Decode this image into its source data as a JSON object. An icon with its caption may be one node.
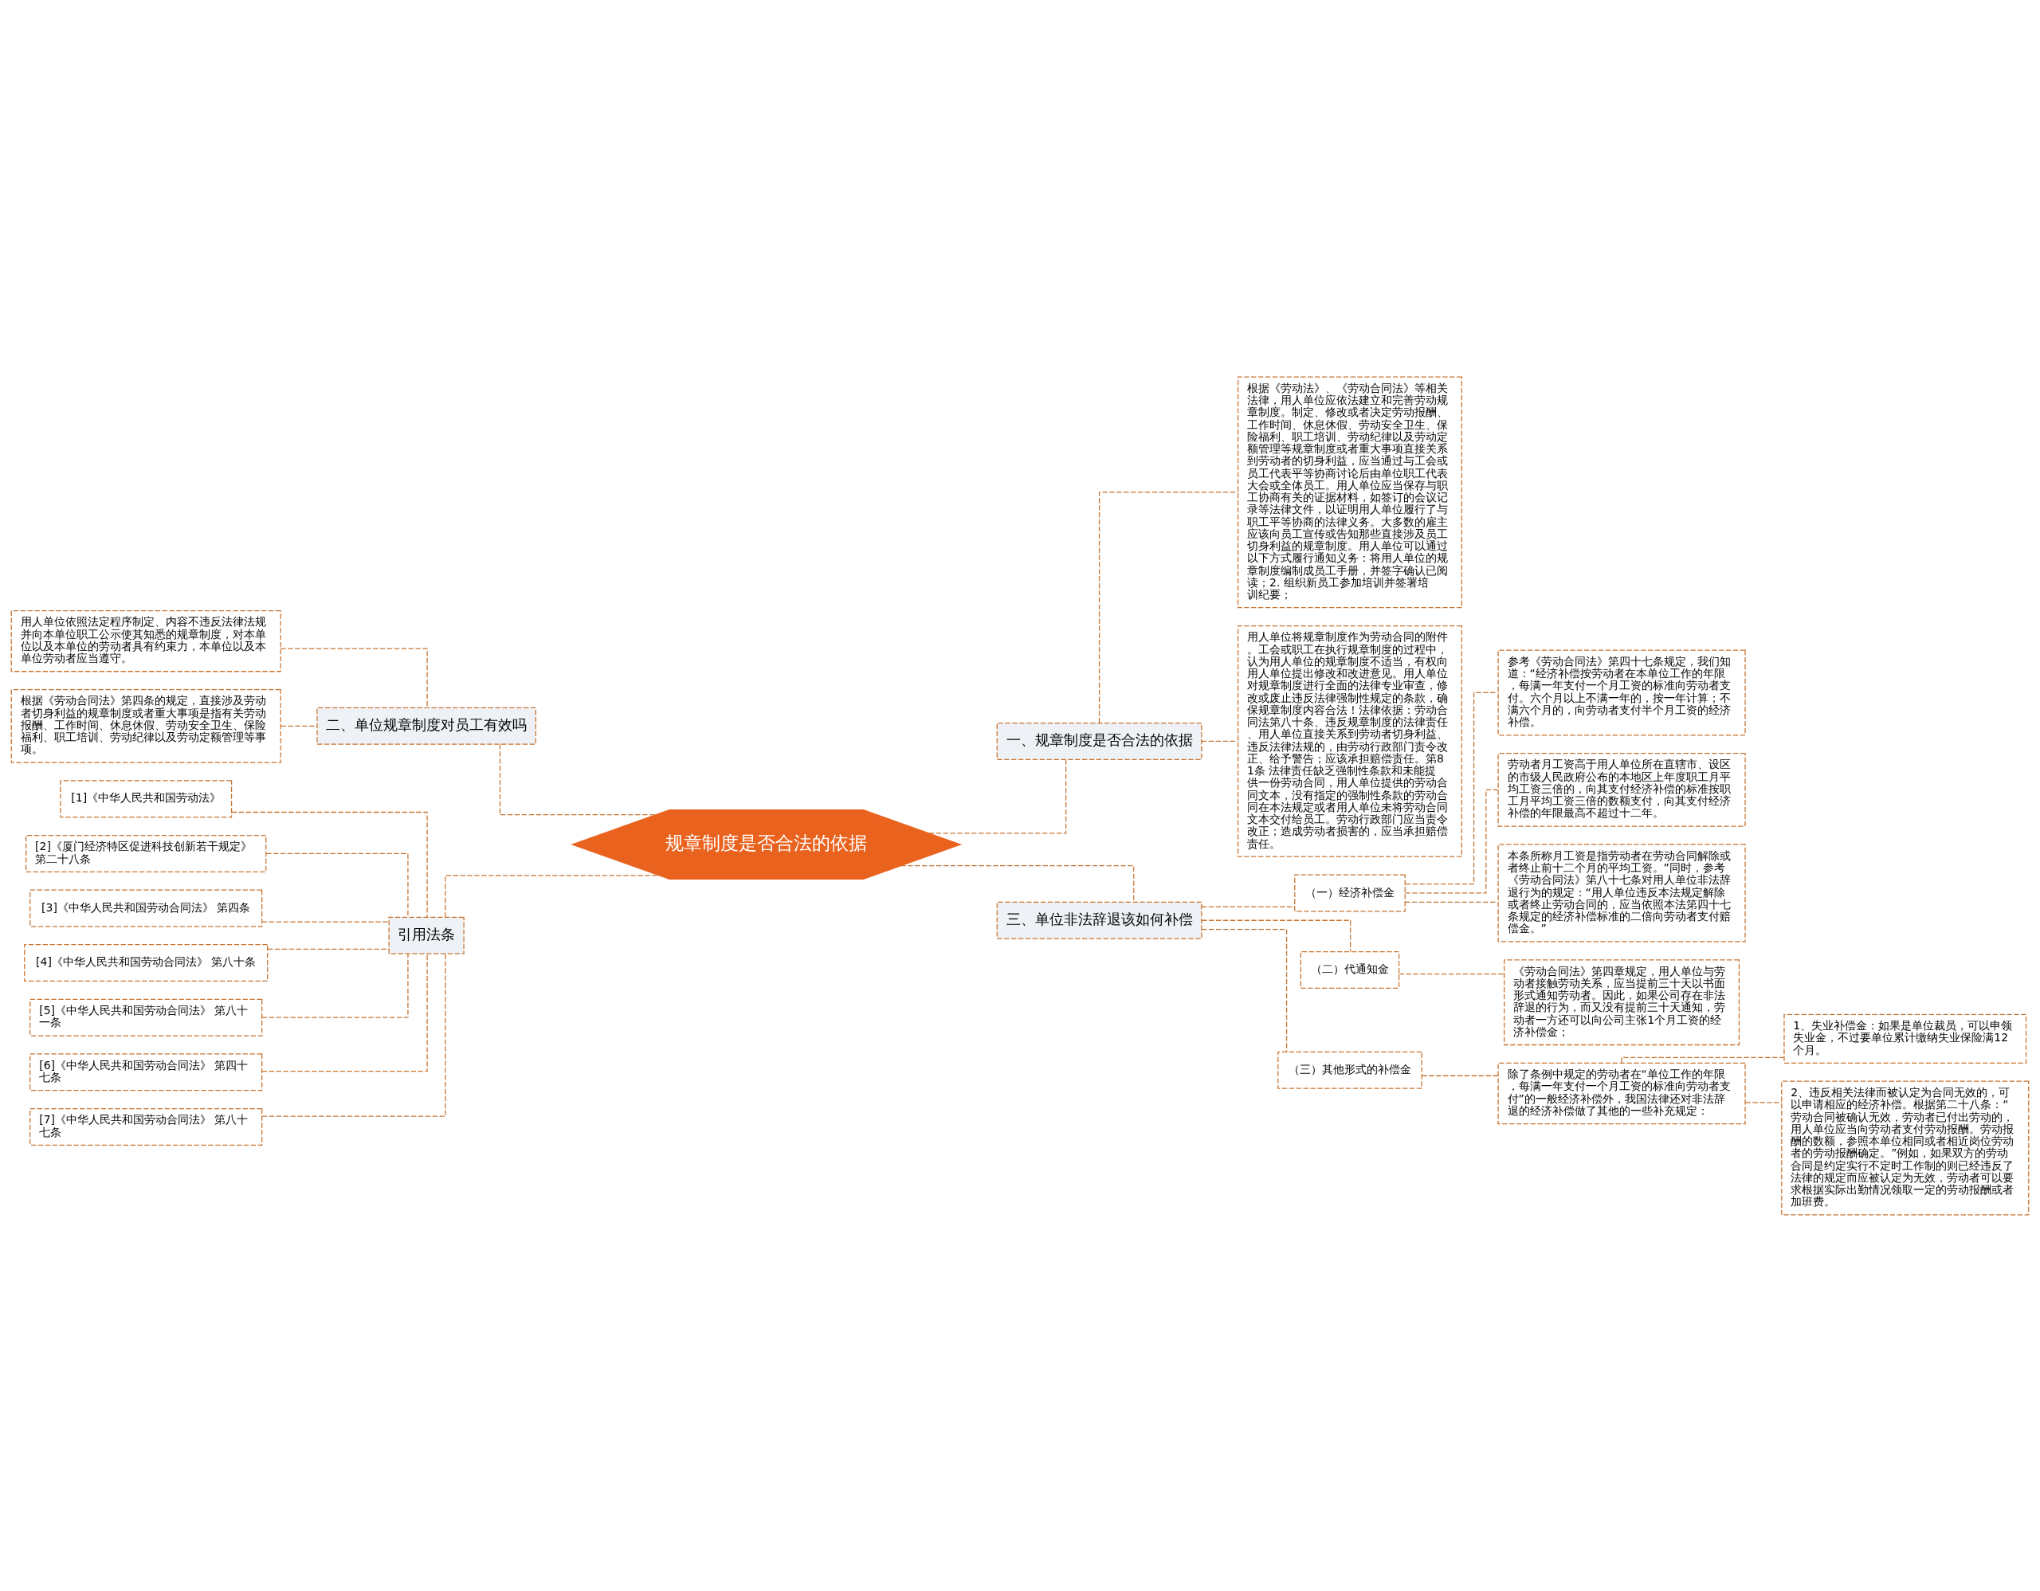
{
  "diagram": {
    "nodes": [
      {
        "text": [
          "规章制度是否合法的依据"
        ]
      },
      {
        "text": [
          "一、规章制度是否合法的依据"
        ]
      },
      {
        "text": [
          "根据《劳动法》、《劳动合同法》等相关法律，用人单位应依法建立和完善劳动规章制度。制定、修改或者决定劳动报酬、工作时间、休息休假、劳动安全卫生、保险福利、职工培训、劳动纪律以及劳动定额管理等规章制度或者重大事项直接关系到劳动者的切身利益，应当通过与工会或员工代表平等协商讨论后由单位职工代表大会或全体员工。用人单位应当保存与职工协商有关的证据材料，如签订的会议记录等法律文件，以证明用人单位履行了与职工平等协商的法律义务。大多数的雇主应该向员工宣传或告知那些直接涉及员工切身利益的规章制度。用人单位可以通过以下方式履行通知义务：将用人单位的规章制度编制成员工手册，并签字确认已阅读；2. 组织新员工参加培训并签署培训纪要；"
        ]
      },
      {
        "text": [
          "用人单位将规章制度作为劳动合同的附件。工会或职工在执行规章制度的过程中，认为用人单位的规章制度不适当，有权向用人单位提出修改和改进意见。用人单位对规章制度进行全面的法律专业审查，修改或废止违反法律强制性规定的条款，确保规章制度内容合法！法律依据：劳动合同法第八十条、违反规章制度的法律责任、用人单位直接关系到劳动者切身利益、违反法律法规的，由劳动行政部门责令改正、给予警告；应该承担赔偿责任。第81条 法律责任缺乏强制性条款和未能提供一份劳动合同，用人单位提供的劳动合同文本，没有指定的强制性条款的劳动合同在本法规定或者用人单位未将劳动合同文本交付给员工。劳动行政部门应当责令改正；造成劳动者损害的，应当承担赔偿责任。"
        ]
      },
      {
        "text": [
          "三、单位非法辞退该如何补偿"
        ]
      },
      {
        "text": [
          "（一）经济补偿金"
        ]
      },
      {
        "text": [
          "参考《劳动合同法》第四十七条规定，我们知道：“经济补偿按劳动者在本单位工作的年限，每满一年支付一个月工资的标准向劳动者支付。六个月以上不满一年的，按一年计算；不满六个月的，向劳动者支付半个月工资的经济补偿。"
        ]
      },
      {
        "text": [
          "劳动者月工资高于用人单位所在直辖市、设区的市级人民政府公布的本地区上年度职工月平均工资三倍的，向其支付经济补偿的标准按职工月平均工资三倍的数额支付，向其支付经济补偿的年限最高不超过十二年。"
        ]
      },
      {
        "text": [
          "本条所称月工资是指劳动者在劳动合同解除或者终止前十二个月的平均工资。”同时，参考《劳动合同法》第八十七条对用人单位非法辞退行为的规定：“用人单位违反本法规定解除或者终止劳动合同的，应当依照本法第四十七条规定的经济补偿标准的二倍向劳动者支付赔偿金。”"
        ]
      },
      {
        "text": [
          "（二）代通知金"
        ]
      },
      {
        "text": [
          "《劳动合同法》第四章规定，用人单位与劳动者接触劳动关系，应当提前三十天以书面形式通知劳动者。因此，如果公司存在非法辞退的行为，而又没有提前三十天通知，劳动者一方还可以向公司主张1个月工资的经济补偿金；"
        ]
      },
      {
        "text": [
          "（三）其他形式的补偿金"
        ]
      },
      {
        "text": [
          "除了条例中规定的劳动者在“单位工作的年限，每满一年支付一个月工资的标准向劳动者支付”的一般经济补偿外，我国法律还对非法辞退的经济补偿做了其他的一些补充规定："
        ]
      },
      {
        "text": [
          "1、失业补偿金：如果是单位裁员，可以申领失业金，不过要单位累计缴纳失业保险满12个月。"
        ]
      },
      {
        "text": [
          "2、违反相关法律而被认定为合同无效的，可以申请相应的经济补偿。根据第二十八条：“劳动合同被确认无效，劳动者已付出劳动的，用人单位应当向劳动者支付劳动报酬。劳动报酬的数额，参照本单位相同或者相近岗位劳动者的劳动报酬确定。”例如，如果双方的劳动合同是约定实行不定时工作制的则已经违反了法律的规定而应被认定为无效，劳动者可以要求根据实际出勤情况领取一定的劳动报酬或者加班费。"
        ]
      },
      {
        "text": [
          "二、单位规章制度对员工有效吗"
        ]
      },
      {
        "text": [
          "用人单位依照法定程序制定、内容不违反法律法规并向本单位职工公示使其知悉的规章制度，对本单位以及本单位的劳动者具有约束力，本单位以及本单位劳动者应当遵守。"
        ]
      },
      {
        "text": [
          "根据《劳动合同法》第四条的规定，直接涉及劳动者切身利益的规章制度或者重大事项是指有关劳动报酬、工作时间、休息休假、劳动安全卫生、保险福利、职工培训、劳动纪律以及劳动定额管理等事项。"
        ]
      },
      {
        "text": [
          "引用法条"
        ]
      },
      {
        "text": [
          "[1]《中华人民共和国劳动法》"
        ]
      },
      {
        "text": [
          "[2]《厦门经济特区促进科技创新若干规定》第二十八条"
        ]
      },
      {
        "text": [
          "[3]《中华人民共和国劳动合同法》 第四条"
        ]
      },
      {
        "text": [
          "[4]《中华人民共和国劳动合同法》 第八十条"
        ]
      },
      {
        "text": [
          "[5]《中华人民共和国劳动合同法》 第八十一条"
        ]
      },
      {
        "text": [
          "[6]《中华人民共和国劳动合同法》 第四十七条"
        ]
      },
      {
        "text": [
          "[7]《中华人民共和国劳动合同法》 第八十七条"
        ]
      }
    ],
    "edges": [
      {
        "from": 0,
        "to": 1,
        "arrow": "none",
        "style": "dashed"
      },
      {
        "from": 1,
        "to": 2,
        "arrow": "none",
        "style": "dashed"
      },
      {
        "from": 1,
        "to": 3,
        "arrow": "none",
        "style": "dashed"
      },
      {
        "from": 0,
        "to": 4,
        "arrow": "none",
        "style": "dashed"
      },
      {
        "from": 4,
        "to": 5,
        "arrow": "none",
        "style": "dashed"
      },
      {
        "from": 5,
        "to": 6,
        "arrow": "none",
        "style": "dashed"
      },
      {
        "from": 5,
        "to": 7,
        "arrow": "none",
        "style": "dashed"
      },
      {
        "from": 5,
        "to": 8,
        "arrow": "none",
        "style": "dashed"
      },
      {
        "from": 4,
        "to": 9,
        "arrow": "none",
        "style": "dashed"
      },
      {
        "from": 9,
        "to": 10,
        "arrow": "none",
        "style": "dashed"
      },
      {
        "from": 4,
        "to": 11,
        "arrow": "none",
        "style": "dashed"
      },
      {
        "from": 11,
        "to": 12,
        "arrow": "none",
        "style": "dashed"
      },
      {
        "from": 12,
        "to": 13,
        "arrow": "none",
        "style": "dashed"
      },
      {
        "from": 12,
        "to": 14,
        "arrow": "none",
        "style": "dashed"
      },
      {
        "from": 0,
        "to": 15,
        "arrow": "none",
        "style": "dashed"
      },
      {
        "from": 15,
        "to": 16,
        "arrow": "none",
        "style": "dashed"
      },
      {
        "from": 15,
        "to": 17,
        "arrow": "none",
        "style": "dashed"
      },
      {
        "from": 0,
        "to": 18,
        "arrow": "none",
        "style": "dashed"
      },
      {
        "from": 18,
        "to": 19,
        "arrow": "none",
        "style": "dashed"
      },
      {
        "from": 18,
        "to": 20,
        "arrow": "none",
        "style": "dashed"
      },
      {
        "from": 18,
        "to": 21,
        "arrow": "none",
        "style": "dashed"
      },
      {
        "from": 18,
        "to": 22,
        "arrow": "none",
        "style": "dashed"
      },
      {
        "from": 18,
        "to": 23,
        "arrow": "none",
        "style": "dashed"
      },
      {
        "from": 18,
        "to": 24,
        "arrow": "none",
        "style": "dashed"
      },
      {
        "from": 18,
        "to": 25,
        "arrow": "none",
        "style": "dashed"
      }
    ]
  }
}
